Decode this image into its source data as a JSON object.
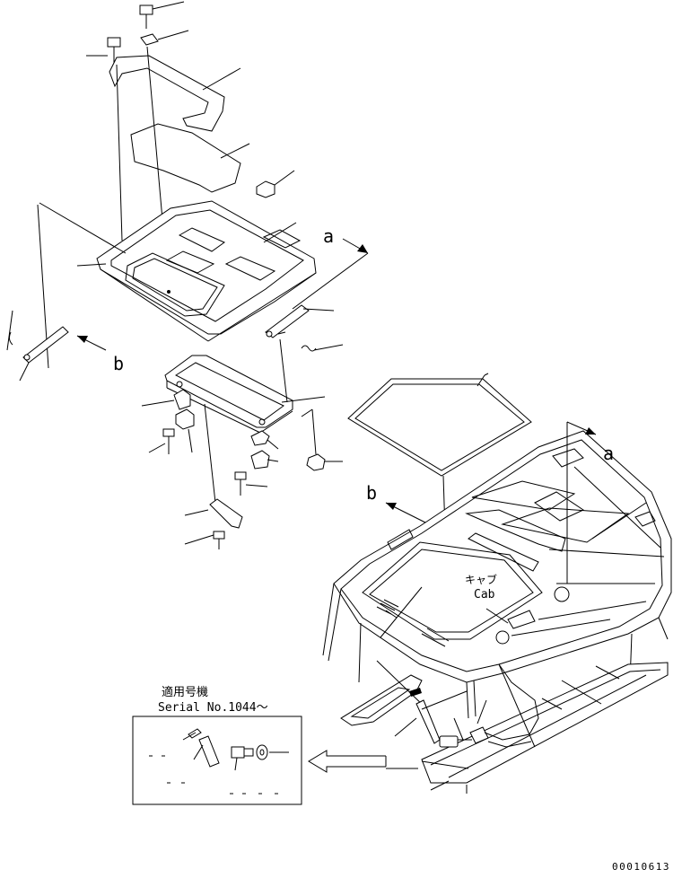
{
  "labels": {
    "view_a_top": "a",
    "view_b_left": "b",
    "view_a_right": "a",
    "view_b_cab": "b",
    "cab_jp": "キャブ",
    "cab_en": "Cab",
    "serial_jp": "適用号機",
    "serial_en": "Serial No.1044～",
    "drawing_number": "00010613"
  }
}
